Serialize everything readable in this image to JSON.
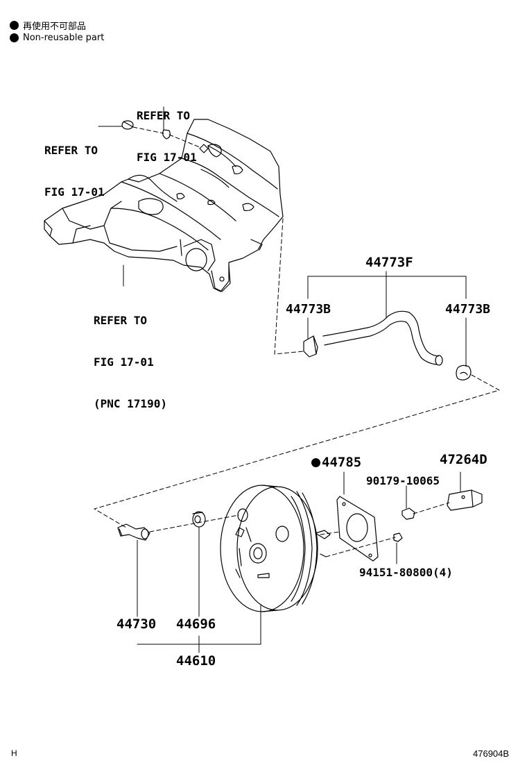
{
  "legend": {
    "items": [
      {
        "text": "再使用不可部品"
      },
      {
        "text": "Non-reusable part"
      }
    ]
  },
  "refs": {
    "top_right": [
      "REFER TO",
      "FIG 17-01"
    ],
    "top_left": [
      "REFER TO",
      "FIG 17-01"
    ],
    "bottom": [
      "REFER TO",
      "FIG 17-01",
      "(PNC 17190)"
    ]
  },
  "parts": {
    "hose_assy": "44773F",
    "clamp_left": "44773B",
    "clamp_right": "44773B",
    "gasket": "44785",
    "clevis": "47264D",
    "nut": "90179-10065",
    "nut_set": "94151-80800(4)",
    "check_valve": "44730",
    "grommet": "44696",
    "booster_assy": "44610"
  },
  "footer": {
    "left": "H",
    "right": "476904B"
  }
}
